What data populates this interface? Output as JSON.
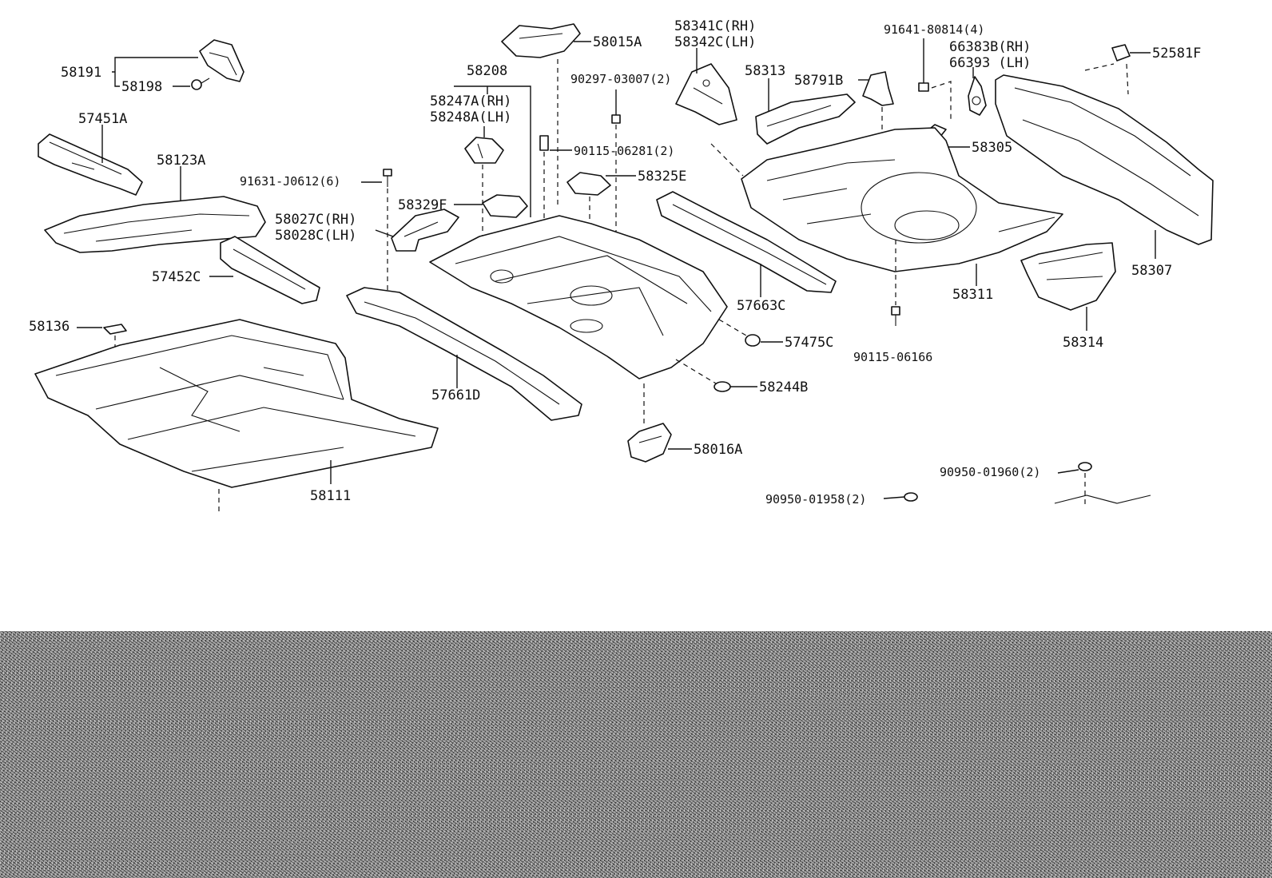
{
  "labels": {
    "p58191": "58191",
    "p58198": "58198",
    "p57451A": "57451A",
    "p58123A": "58123A",
    "p91631": "91631-J0612(6)",
    "p58027C": "58027C(RH)",
    "p58028C": "58028C(LH)",
    "p57452C": "57452C",
    "p58136": "58136",
    "p58111": "58111",
    "p58208": "58208",
    "p58247A": "58247A(RH)",
    "p58248A": "58248A(LH)",
    "p58015A": "58015A",
    "p90297": "90297-03007(2)",
    "p90115_06281": "90115-06281(2)",
    "p58325E": "58325E",
    "p58329F": "58329F",
    "p57661D": "57661D",
    "p58016A": "58016A",
    "p58244B": "58244B",
    "p57475C": "57475C",
    "p57663C": "57663C",
    "p58341C": "58341C(RH)",
    "p58342C": "58342C(LH)",
    "p58313": "58313",
    "p58791B": "58791B",
    "p91641": "91641-80814(4)",
    "p66383B": "66383B(RH)",
    "p66393": "66393  (LH)",
    "p52581F": "52581F",
    "p58305": "58305",
    "p58311": "58311",
    "p90115_06166": "90115-06166",
    "p58307": "58307",
    "p58314": "58314",
    "p90950_01960": "90950-01960(2)",
    "p90950_01958": "90950-01958(2)"
  }
}
